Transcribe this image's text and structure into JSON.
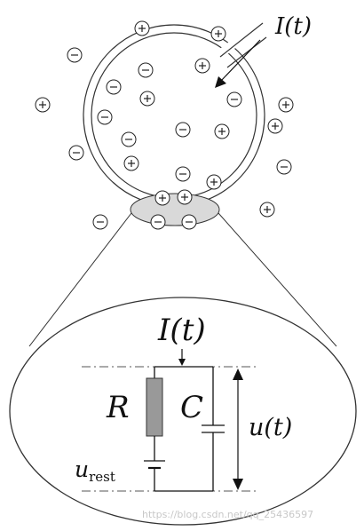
{
  "current_label": "I(t)",
  "circuit": {
    "current_label": "I(t)",
    "resistor_label": "R",
    "capacitor_label": "C",
    "voltage_label": "u(t)",
    "rest_label": "u",
    "rest_sub": "rest"
  },
  "ions": {
    "plus_symbol": "+",
    "minus_symbol": "-"
  },
  "watermark": "https://blog.csdn.net/qq_25436597"
}
